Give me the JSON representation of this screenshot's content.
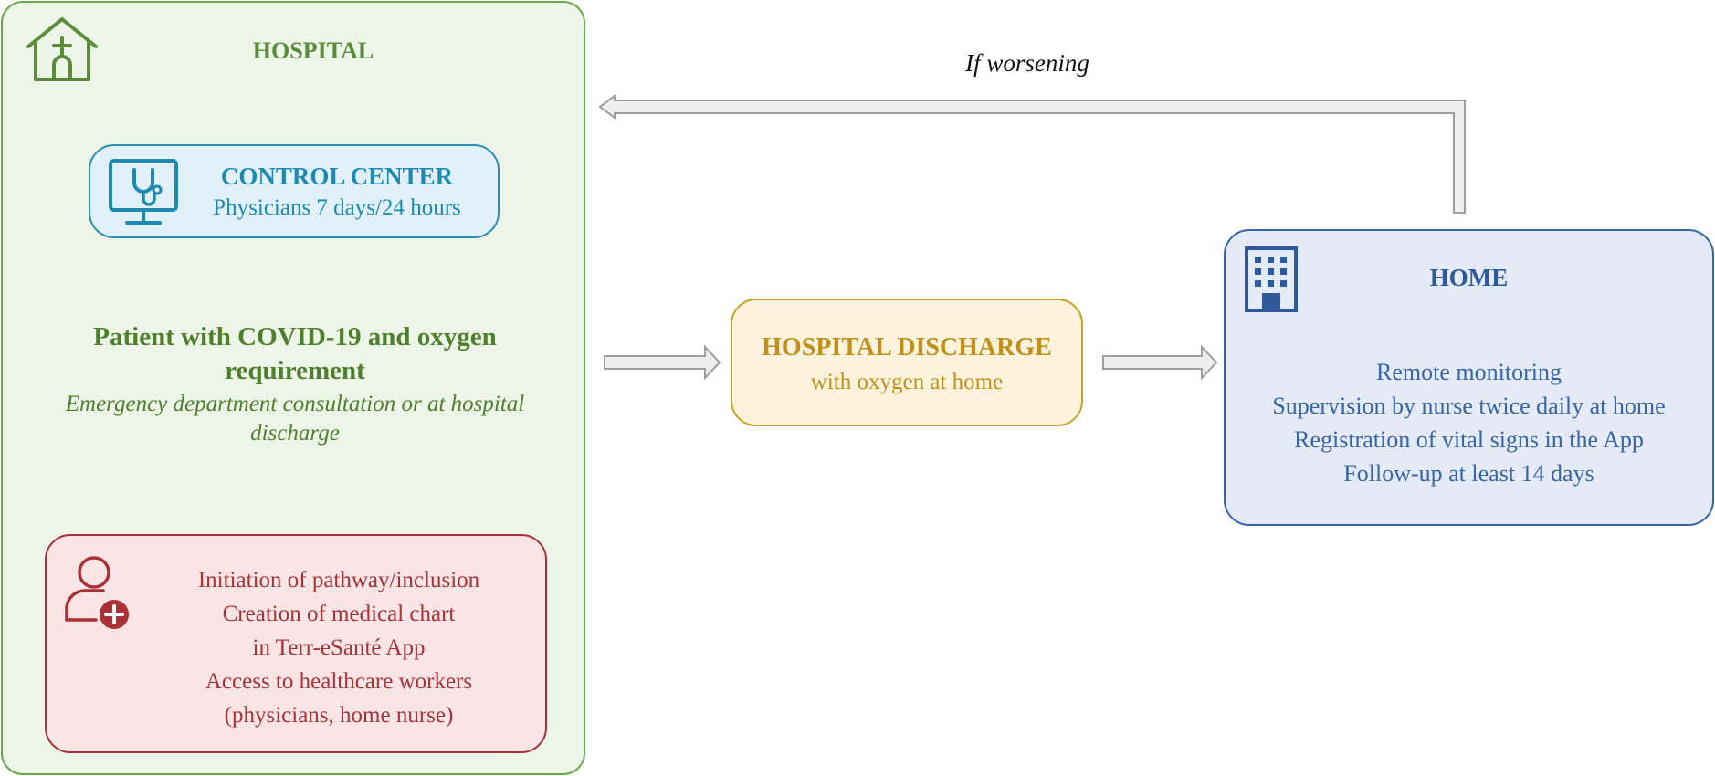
{
  "hospital": {
    "title": "HOSPITAL",
    "icon": "hospital-house-icon",
    "accent": "#6aa84f",
    "control_center": {
      "icon": "monitor-stethoscope-icon",
      "title": "CONTROL CENTER",
      "subtitle": "Physicians 7 days/24 hours"
    },
    "patient": {
      "title": "Patient with COVID-19 and oxygen requirement",
      "subtitle": "Emergency department consultation or at hospital discharge"
    },
    "inclusion": {
      "icon": "user-add-icon",
      "lines": [
        "Initiation of pathway/inclusion",
        "Creation of medical chart",
        "in Terr-eSanté App",
        "Access to healthcare workers",
        "(physicians, home nurse)"
      ]
    }
  },
  "discharge": {
    "title": "HOSPITAL DISCHARGE",
    "subtitle": "with oxygen at home"
  },
  "home": {
    "title": "HOME",
    "icon": "building-icon",
    "lines": [
      "Remote monitoring",
      "Supervision by nurse twice daily at home",
      "Registration of vital signs in the App",
      "Follow-up at least 14 days"
    ]
  },
  "feedback": {
    "label": "If worsening"
  }
}
